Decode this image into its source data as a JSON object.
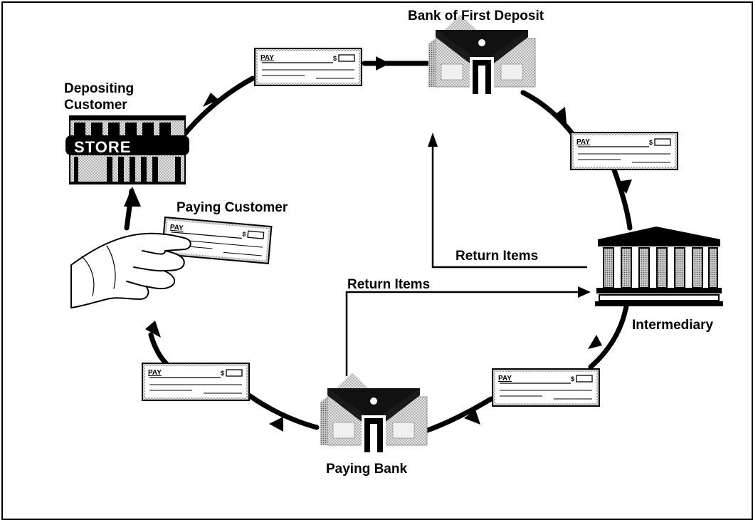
{
  "labels": {
    "bank_of_first_deposit": "Bank of First Deposit",
    "depositing_customer_line1": "Depositing",
    "depositing_customer_line2": "Customer",
    "paying_customer": "Paying Customer",
    "return_items_upper": "Return  Items",
    "return_items_lower": "Return  Items",
    "intermediary": "Intermediary",
    "paying_bank": "Paying Bank"
  },
  "store_sign": "STORE",
  "check": {
    "pay_text": "PAY",
    "dollar_text": "$"
  },
  "icons": {
    "bank": "house-bank-icon",
    "intermediary": "columned-building-icon",
    "store": "storefront-icon",
    "hand": "hand-holding-check-icon",
    "check": "check-icon"
  },
  "colors": {
    "ink": "#000000",
    "paper": "#ffffff",
    "shade": "#8c8c8c",
    "light_shade": "#d6d6d6"
  }
}
